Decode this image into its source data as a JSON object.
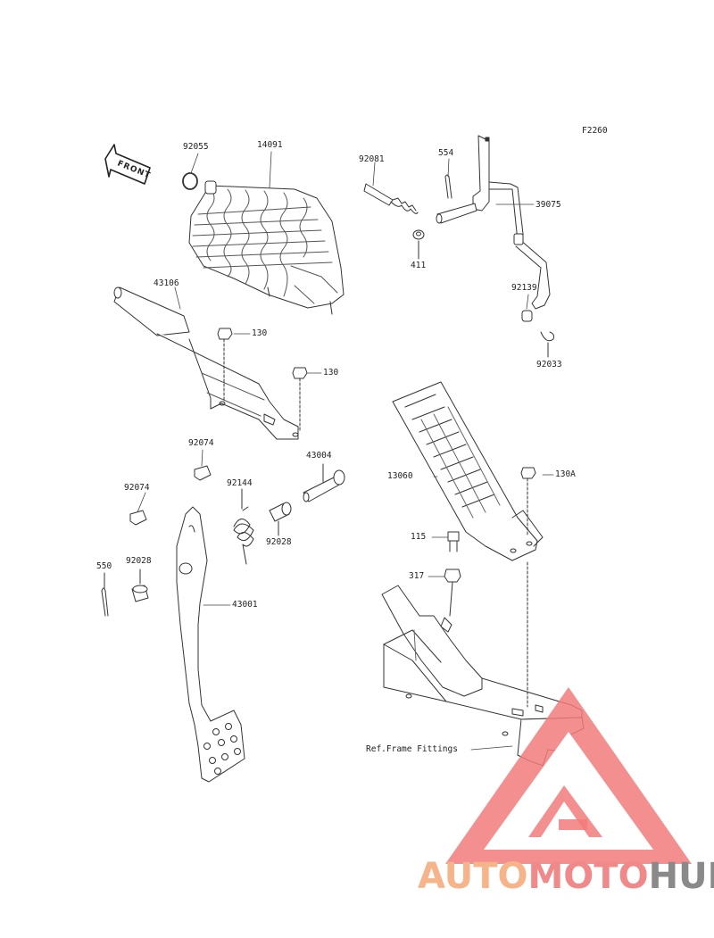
{
  "diagram": {
    "code": "F2260",
    "front_label": "FRONT",
    "parts": [
      {
        "id": "p92055",
        "label": "92055"
      },
      {
        "id": "p14091",
        "label": "14091"
      },
      {
        "id": "p43106",
        "label": "43106"
      },
      {
        "id": "p130a1",
        "label": "130"
      },
      {
        "id": "p130a2",
        "label": "130"
      },
      {
        "id": "p92081",
        "label": "92081"
      },
      {
        "id": "p554",
        "label": "554"
      },
      {
        "id": "p39075",
        "label": "39075"
      },
      {
        "id": "p411",
        "label": "411"
      },
      {
        "id": "p92139",
        "label": "92139"
      },
      {
        "id": "p92033",
        "label": "92033"
      },
      {
        "id": "p92074a",
        "label": "92074"
      },
      {
        "id": "p43004",
        "label": "43004"
      },
      {
        "id": "p92144",
        "label": "92144"
      },
      {
        "id": "p92074b",
        "label": "92074"
      },
      {
        "id": "p92028a",
        "label": "92028"
      },
      {
        "id": "p92028b",
        "label": "92028"
      },
      {
        "id": "p550",
        "label": "550"
      },
      {
        "id": "p43001",
        "label": "43001"
      },
      {
        "id": "p13060",
        "label": "13060"
      },
      {
        "id": "p130A",
        "label": "130A"
      },
      {
        "id": "p115",
        "label": "115"
      },
      {
        "id": "p317",
        "label": "317"
      },
      {
        "id": "pref",
        "label": "Ref.Frame Fittings"
      }
    ]
  },
  "watermark": {
    "part1": "AUTO",
    "part2": "MOTO",
    "part3": "HUB",
    "colors": {
      "auto": "#f6b48a",
      "moto": "#f08a8a",
      "hub": "#8a8a8a",
      "triangle": "#f27b7b"
    }
  }
}
